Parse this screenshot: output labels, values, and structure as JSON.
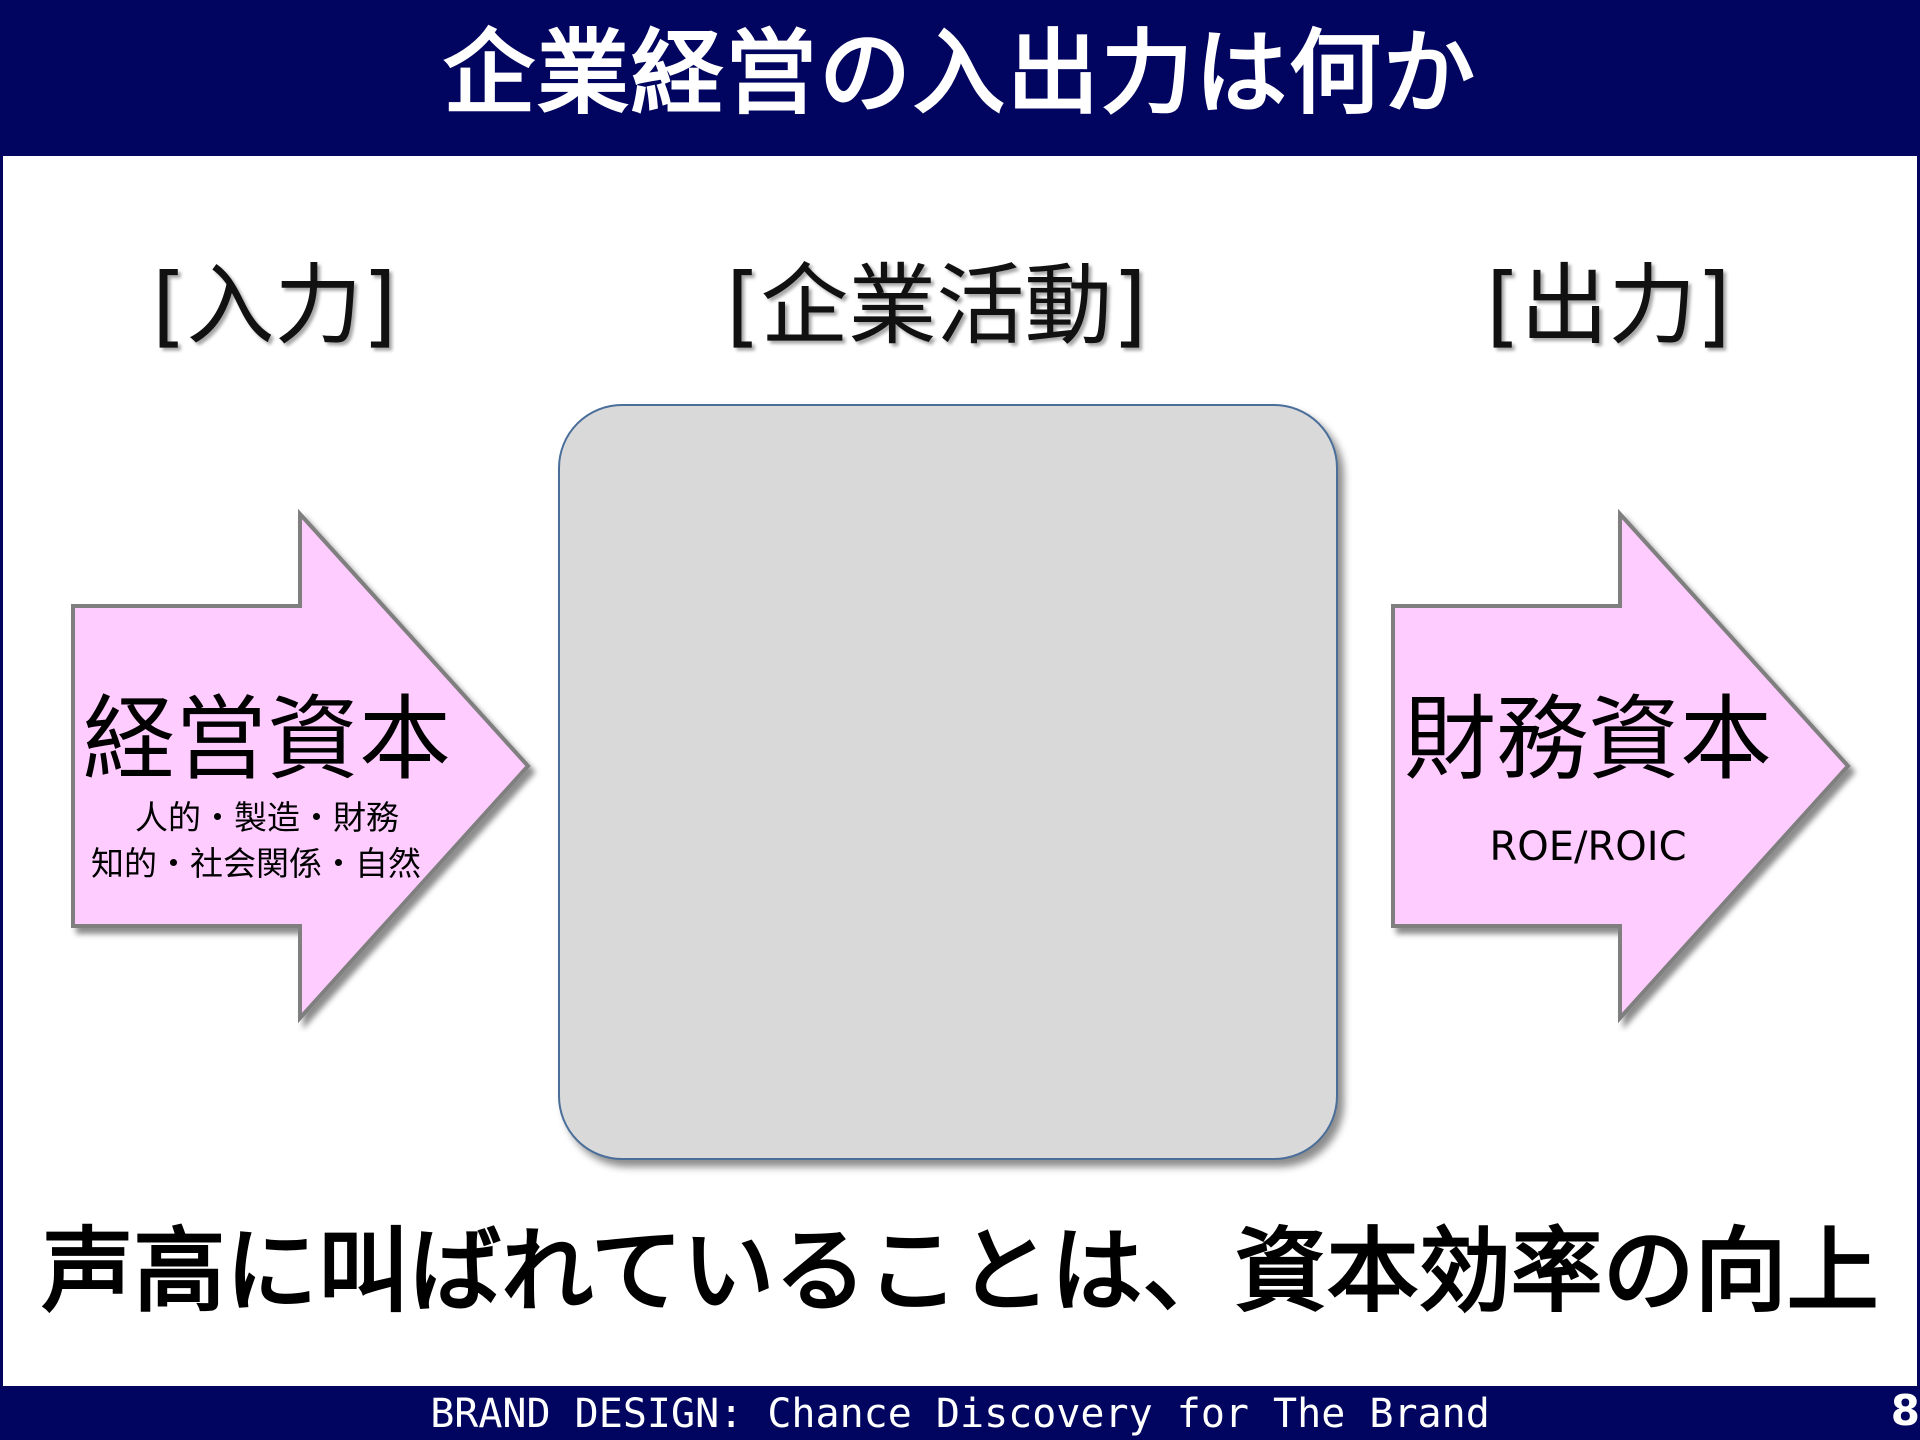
{
  "title": "企業経営の入出力は何か",
  "labels": {
    "input": "[入力]",
    "activity": "[企業活動]",
    "output": "[出力]"
  },
  "input_arrow": {
    "main": "経営資本",
    "sub_line1": "人的・製造・財務",
    "sub_line2": "知的・社会関係・自然"
  },
  "output_arrow": {
    "main": "財務資本",
    "sub": "ROE/ROIC"
  },
  "conclusion": "声高に叫ばれていることは、資本効率の向上",
  "footer": {
    "text": "BRAND DESIGN: Chance Discovery for The Brand",
    "page_number": "8"
  },
  "colors": {
    "navy": "#020560",
    "arrow_fill": "#ffccff",
    "arrow_stroke": "#7f7f7f",
    "box_fill": "#d9d9d9",
    "box_border": "#4a6e9a"
  }
}
